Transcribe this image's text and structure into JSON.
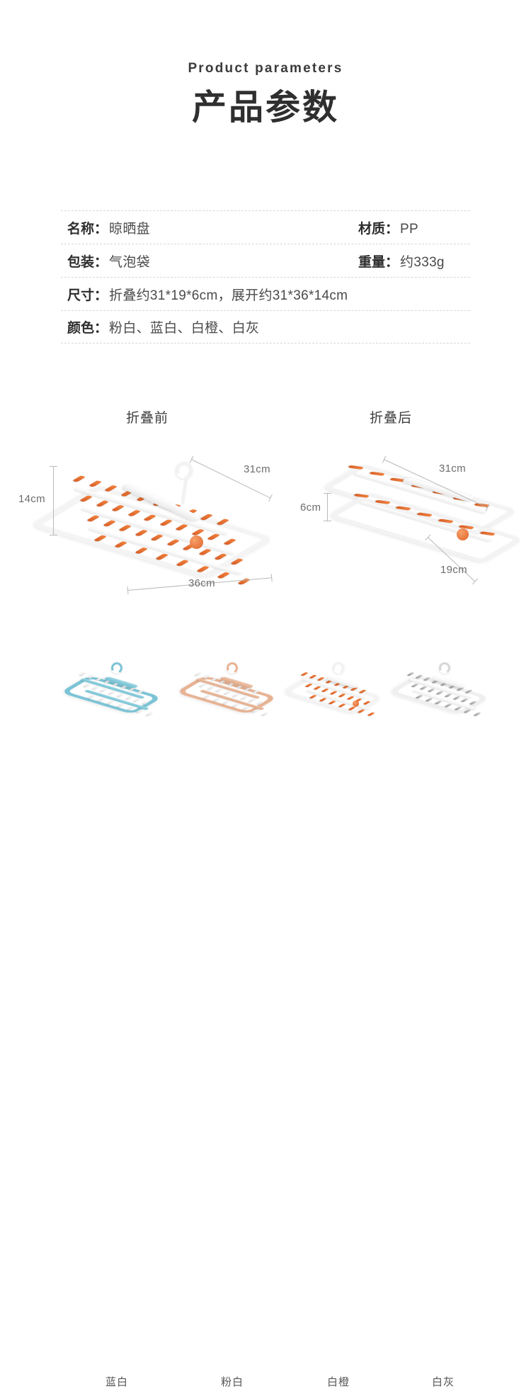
{
  "header": {
    "title_en": "Product  parameters",
    "title_cn": "产品参数"
  },
  "spec_table": {
    "rows": [
      {
        "left": {
          "key": "名称",
          "colon": "：",
          "value": "晾晒盘"
        },
        "right": {
          "key": "材质",
          "colon": "：",
          "value": "PP"
        }
      },
      {
        "left": {
          "key": "包装",
          "colon": "：",
          "value": "气泡袋"
        },
        "right": {
          "key": "重量",
          "colon": "：",
          "value": "约333g"
        }
      },
      {
        "wide": {
          "key": "尺寸",
          "colon": "：",
          "value": "折叠约31*19*6cm，展开约31*36*14cm"
        }
      },
      {
        "wide": {
          "key": "颜色",
          "colon": "：",
          "value": "粉白、蓝白、白橙、白灰"
        }
      }
    ]
  },
  "diagrams": {
    "before_label": "折叠前",
    "after_label": "折叠后",
    "unfolded": {
      "height": "14cm",
      "depth": "31cm",
      "width": "36cm"
    },
    "folded": {
      "width": "31cm",
      "height": "6cm",
      "depth": "19cm"
    }
  },
  "variants": [
    {
      "label": "蓝白",
      "frame_color": "#7cc4d6",
      "clip_color": "#f3f3f3"
    },
    {
      "label": "粉白",
      "frame_color": "#e8b394",
      "clip_color": "#f6f6f6"
    },
    {
      "label": "白橙",
      "frame_color": "#f2f2f2",
      "clip_color": "#e8703a"
    },
    {
      "label": "白灰",
      "frame_color": "#f0f0f0",
      "clip_color": "#9a9a9a"
    }
  ],
  "colors": {
    "accent_orange": "#e8703a",
    "frame_white": "#f4f4f4",
    "text_dark": "#2d2d2d",
    "text_gray": "#6d6d6d",
    "divider": "#d8d8d8",
    "background": "#ffffff"
  }
}
